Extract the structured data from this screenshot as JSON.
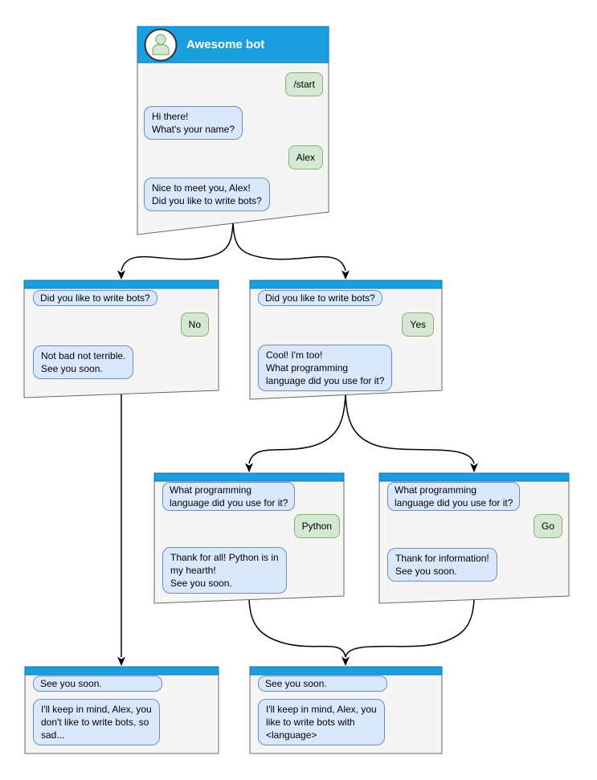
{
  "colors": {
    "header_blue": "#1a9ede",
    "header_blue_border": "#1272a5",
    "window_fill": "#f5f5f5",
    "window_border": "#666666",
    "bot_bubble_fill": "#dae8fc",
    "bot_bubble_border": "#6c8ebf",
    "user_button_fill": "#d5e8d4",
    "user_button_border": "#82b366",
    "connector": "#000000",
    "title_text": "#ffffff"
  },
  "windows": {
    "root": {
      "title": "Awesome bot",
      "user_start": "/start",
      "bot_greeting": "Hi there!\nWhat's your name?",
      "user_name": "Alex",
      "bot_ask_bots": "Nice to meet you, Alex!\nDid you like to write bots?"
    },
    "branch_no": {
      "context": "Did you like to write bots?",
      "user_answer": "No",
      "bot_reply": "Not bad not terrible.\nSee you soon."
    },
    "branch_yes": {
      "context": "Did you like to write bots?",
      "user_answer": "Yes",
      "bot_reply": "Cool! I'm too!\nWhat programming\nlanguage did you use for it?"
    },
    "branch_python": {
      "context": "What programming\nlanguage did you use for it?",
      "user_answer": "Python",
      "bot_reply": "Thank for all! Python is in\nmy hearth!\nSee you soon."
    },
    "branch_go": {
      "context": "What programming\nlanguage did you use for it?",
      "user_answer": "Go",
      "bot_reply": "Thank for information!\nSee you soon."
    },
    "end_no": {
      "context": "See you soon.",
      "bot_reply": "I'll keep in mind, Alex, you\ndon't like to write bots, so\nsad..."
    },
    "end_yes": {
      "context": "See you soon.",
      "bot_reply": "I'll keep in mind, Alex, you\nlike to write bots with\n<language>"
    }
  }
}
